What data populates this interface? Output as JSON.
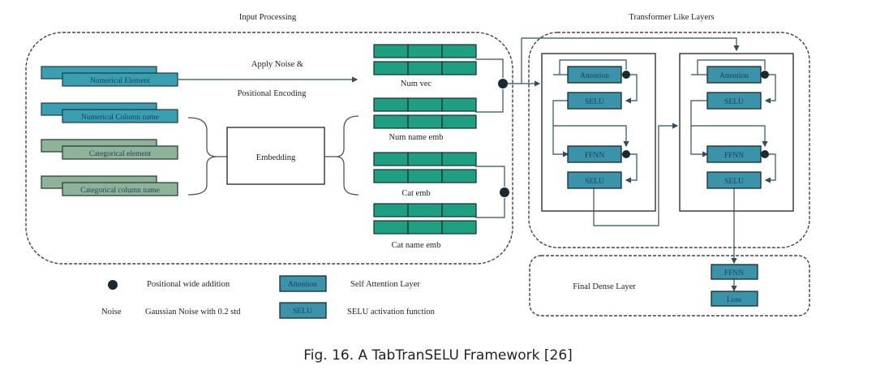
{
  "sections": {
    "input_processing": "Input Processing",
    "transformer": "Transformer Like Layers",
    "final_dense": "Final Dense Layer"
  },
  "inputs": [
    {
      "label": "Numerical Element",
      "kind": "numerical"
    },
    {
      "label": "Numerical Column name",
      "kind": "numerical"
    },
    {
      "label": "Categorical element",
      "kind": "categorical"
    },
    {
      "label": "Categorical column name",
      "kind": "categorical"
    }
  ],
  "arrow_label": {
    "line1": "Apply Noise &",
    "line2": "Positional Encoding"
  },
  "embedding_label": "Embedding",
  "embeddings": [
    {
      "label": "Num vec"
    },
    {
      "label": "Num name emb"
    },
    {
      "label": "Cat emb"
    },
    {
      "label": "Cat name emb"
    }
  ],
  "blocks": {
    "attention": "Attention",
    "selu": "SELU",
    "ffnn": "FFNN",
    "loss": "Loss"
  },
  "legend": {
    "dot_desc": "Positional wide addition",
    "noise_key": "Noise",
    "noise_desc": "Gaussian Noise with 0.2 std",
    "attention_key": "Attention",
    "attention_desc": "Self Attention Layer",
    "selu_key": "SELU",
    "selu_desc": "SELU activation function"
  },
  "caption": "Fig. 16.  A TabTranSELU Framework [26]",
  "colors": {
    "numerical": "#3a9fb0",
    "categorical": "#8fb39a",
    "embedding": "#1f9e82",
    "block": "#3a93a8",
    "line": "#2f4f5f"
  }
}
